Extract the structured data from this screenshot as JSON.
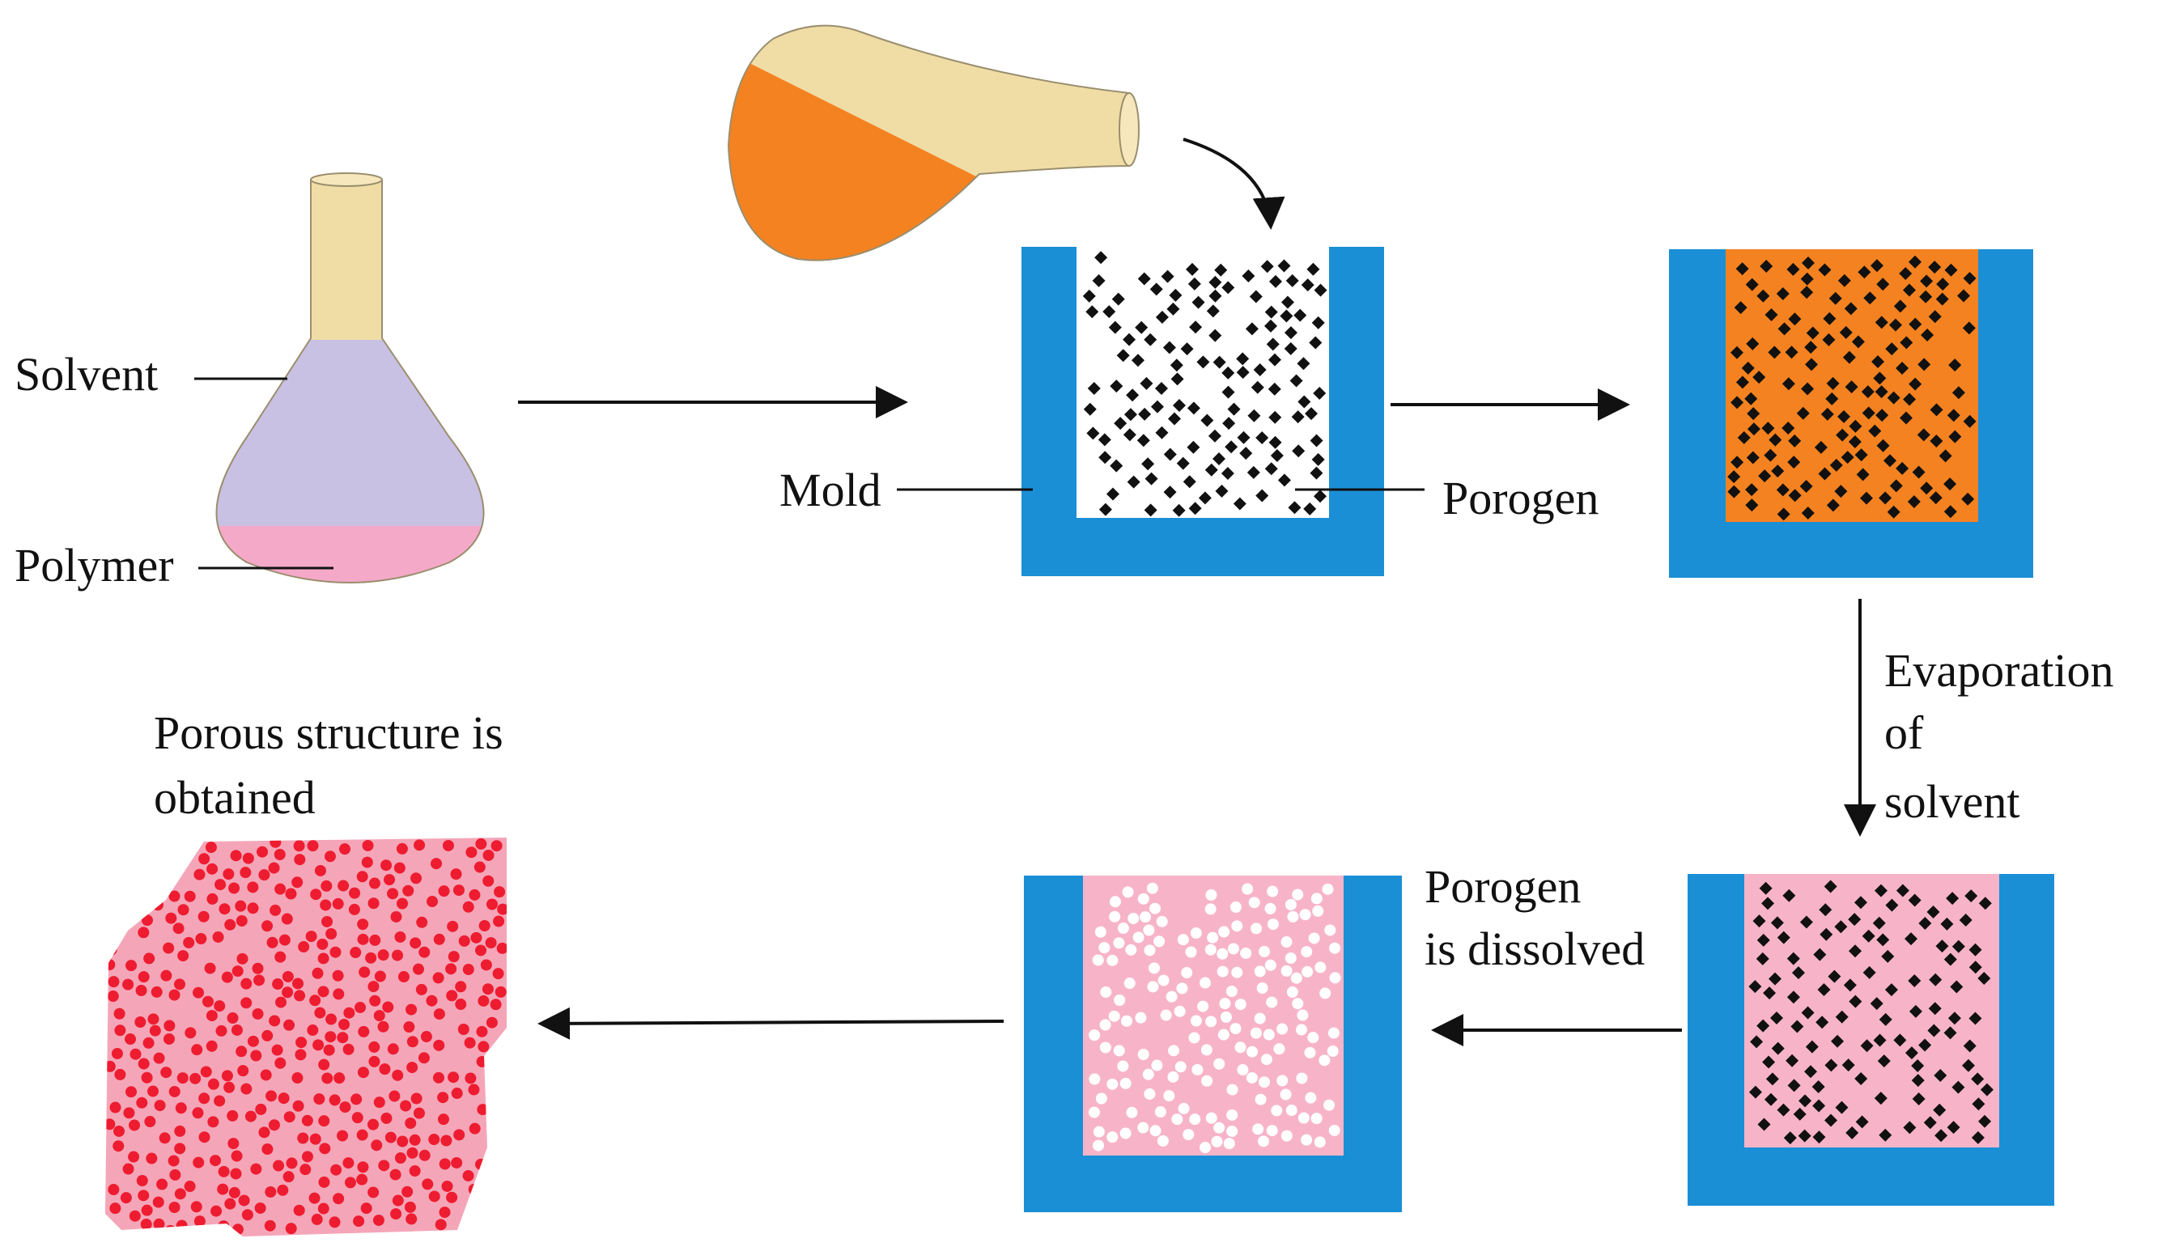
{
  "labels": {
    "solvent": "Solvent",
    "polymer": "Polymer",
    "mold": "Mold",
    "porogen": "Porogen",
    "evaporation_line1": "Evaporation",
    "evaporation_line2": "of",
    "evaporation_line3": "solvent",
    "dissolved_line1": "Porogen",
    "dissolved_line2": "is dissolved",
    "result_line1": "Porous structure is",
    "result_line2": "obtained"
  },
  "colors": {
    "mold": "#1a8fd6",
    "solvent": "#c9c1e3",
    "polymer": "#f5a9c8",
    "flask_neck": "#f0dda6",
    "porogen_solution": "#f58220",
    "polymer_matrix": "#f7b4c8",
    "porous_block": "#f4a6b8",
    "pore_dot": "#ee1c30",
    "porogen_dot": "#111111"
  }
}
